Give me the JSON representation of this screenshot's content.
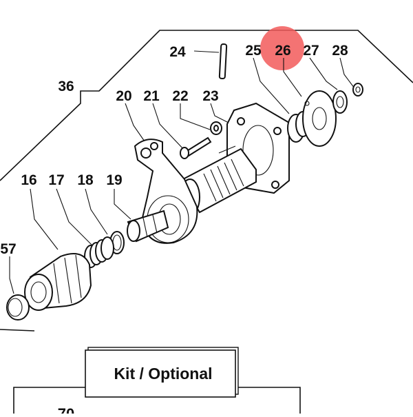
{
  "diagram": {
    "callouts": [
      {
        "id": "24",
        "text": "24"
      },
      {
        "id": "25",
        "text": "25"
      },
      {
        "id": "26",
        "text": "26"
      },
      {
        "id": "27",
        "text": "27"
      },
      {
        "id": "28",
        "text": "28"
      },
      {
        "id": "36",
        "text": "36"
      },
      {
        "id": "20",
        "text": "20"
      },
      {
        "id": "21",
        "text": "21"
      },
      {
        "id": "22",
        "text": "22"
      },
      {
        "id": "23",
        "text": "23"
      },
      {
        "id": "16",
        "text": "16"
      },
      {
        "id": "17",
        "text": "17"
      },
      {
        "id": "18",
        "text": "18"
      },
      {
        "id": "19",
        "text": "19"
      },
      {
        "id": "57",
        "text": "57"
      }
    ],
    "highlighted_callout": "26",
    "highlight_color": "#f25a5a",
    "kit_box": {
      "label": "Kit / Optional"
    },
    "cut_off_label": "70"
  }
}
